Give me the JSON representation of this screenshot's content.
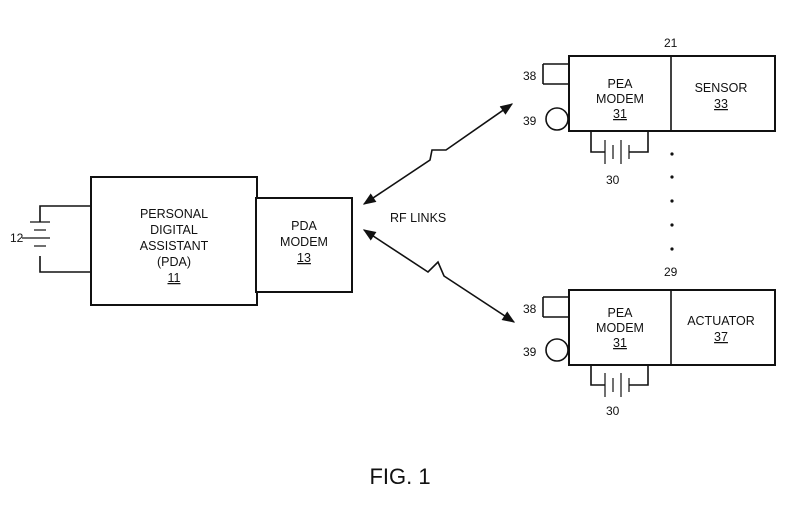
{
  "pda": {
    "line1": "PERSONAL",
    "line2": "DIGITAL",
    "line3": "ASSISTANT",
    "line4": "(PDA)",
    "ref": "11"
  },
  "pda_modem": {
    "line1": "PDA",
    "line2": "MODEM",
    "ref": "13"
  },
  "battery_pda_ref": "12",
  "rf_links": "RF LINKS",
  "node_top": {
    "ref": "21",
    "modem": {
      "line1": "PEA",
      "line2": "MODEM",
      "ref": "31"
    },
    "device": {
      "line1": "SENSOR",
      "ref": "33"
    },
    "connector_ref": "38",
    "coil_ref": "39",
    "battery_ref": "30"
  },
  "node_bottom": {
    "ref": "29",
    "modem": {
      "line1": "PEA",
      "line2": "MODEM",
      "ref": "31"
    },
    "device": {
      "line1": "ACTUATOR",
      "ref": "37"
    },
    "connector_ref": "38",
    "coil_ref": "39",
    "battery_ref": "30"
  },
  "caption": "FIG. 1"
}
